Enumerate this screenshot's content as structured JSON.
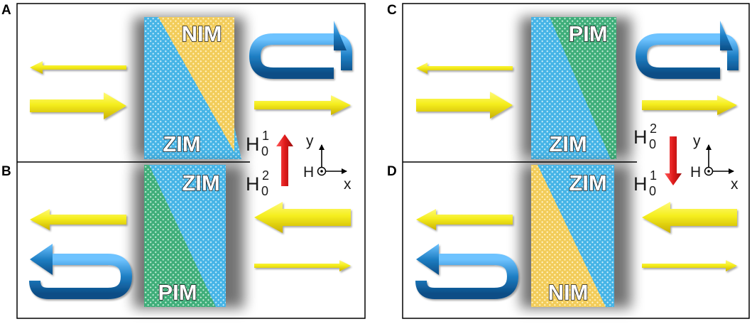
{
  "panels": {
    "a": {
      "letter": "A",
      "top_material": "NIM",
      "bottom_material": "ZIM"
    },
    "b": {
      "letter": "B",
      "top_material": "ZIM",
      "bottom_material": "PIM"
    },
    "c": {
      "letter": "C",
      "top_material": "PIM",
      "bottom_material": "ZIM"
    },
    "d": {
      "letter": "D",
      "top_material": "ZIM",
      "bottom_material": "NIM"
    }
  },
  "field_labels": {
    "left_upper": {
      "main": "H",
      "sup": "1",
      "sub": "0"
    },
    "left_lower": {
      "main": "H",
      "sup": "2",
      "sub": "0"
    },
    "right_upper": {
      "main": "H",
      "sup": "2",
      "sub": "0"
    },
    "right_lower": {
      "main": "H",
      "sup": "1",
      "sub": "0"
    }
  },
  "axes": {
    "y_label": "y",
    "x_label": "x",
    "h_label": "H"
  },
  "colors": {
    "zim": "#46b4e6",
    "nim": "#f2cc5a",
    "pim": "#3fae7a",
    "yellow_arrow": "#f5ee1e",
    "blue_arrow": "#1f7fc4",
    "red_arrow": "#e01b1b",
    "frame": "#000000"
  }
}
